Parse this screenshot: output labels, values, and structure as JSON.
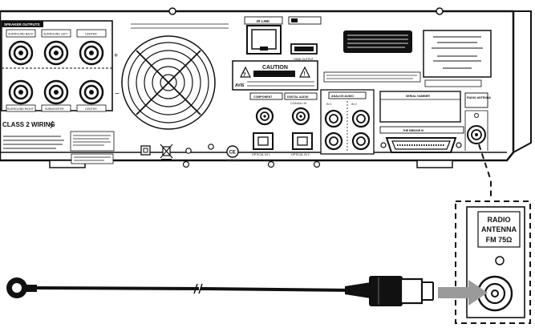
{
  "panel": {
    "speaker_outputs_heading": "SPEAKER OUTPUTS",
    "speaker_labels": [
      "SURROUND BACK",
      "SURROUND LEFT",
      "CENTER",
      "SURROUND RIGHT",
      "SUBWOOFER",
      "CENTER"
    ],
    "class_2_wiring": "CLASS 2 WIRING",
    "caution_title": "CAUTION",
    "avis_label": "AVIS",
    "ir_label": "IR LINK",
    "hdmi_label": "HDMI OUTPUT",
    "component_label": "COMPONENT",
    "digital_audio_in_label": "DIGITAL AUDIO",
    "coaxial_label": "COAXIAL IN",
    "optical_1": "OPTICAL IN 1",
    "optical_2": "OPTICAL IN 2",
    "analog_audio_label": "ANALOG AUDIO",
    "analog_in_1": "IN 1",
    "analog_in_2": "IN 2",
    "serial_number_label": "SERIAL NUMBER",
    "the_bridge_label": "THE BRIDGE III",
    "radio_antenna_small": "RADIO ANTENNA"
  },
  "zoom": {
    "line1": "RADIO",
    "line2": "ANTENNA",
    "line3": "FM 75Ω"
  },
  "colors": {
    "ink": "#111111",
    "panel": "#ffffff",
    "arrow": "#9a9a9a"
  }
}
